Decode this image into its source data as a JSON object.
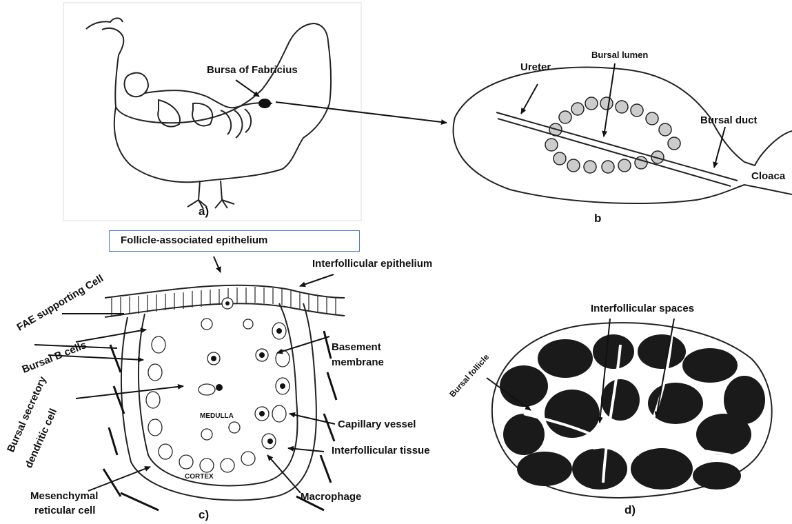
{
  "panels": {
    "a": {
      "letter": "a)",
      "labels": {
        "bursa": "Bursa of Fabricius"
      }
    },
    "b": {
      "letter": "b",
      "labels": {
        "ureter": "Ureter",
        "bursal_lumen": "Bursal lumen",
        "bursal_duct": "Bursal duct",
        "cloaca": "Cloaca"
      }
    },
    "c": {
      "letter": "c)",
      "header_box": "Follicle-associated epithelium",
      "labels": {
        "interfollicular_epithelium": "Interfollicular epithelium",
        "fae_supporting": "FAE supporting Cell",
        "bursal_b_cells": "Bursal B cells",
        "secretory_line1": "Bursal secretory",
        "secretory_line2": "dendritic cell",
        "basement_line1": "Basement",
        "basement_line2": "membrane",
        "medulla": "MEDULLA",
        "cortex": "CORTEX",
        "capillary": "Capillary vessel",
        "interfollicular_tissue": "Interfollicular tissue",
        "mesenchymal_line1": "Mesenchymal",
        "mesenchymal_line2": "reticular cell",
        "macrophage": "Macrophage"
      }
    },
    "d": {
      "letter": "d)",
      "labels": {
        "interfollicular_spaces": "Interfollicular spaces",
        "bursal_follicle": "Bursal follicle"
      }
    }
  },
  "colors": {
    "ink": "#111111",
    "box_border": "#4a7cc8",
    "tissue": "#1a1a1a"
  }
}
